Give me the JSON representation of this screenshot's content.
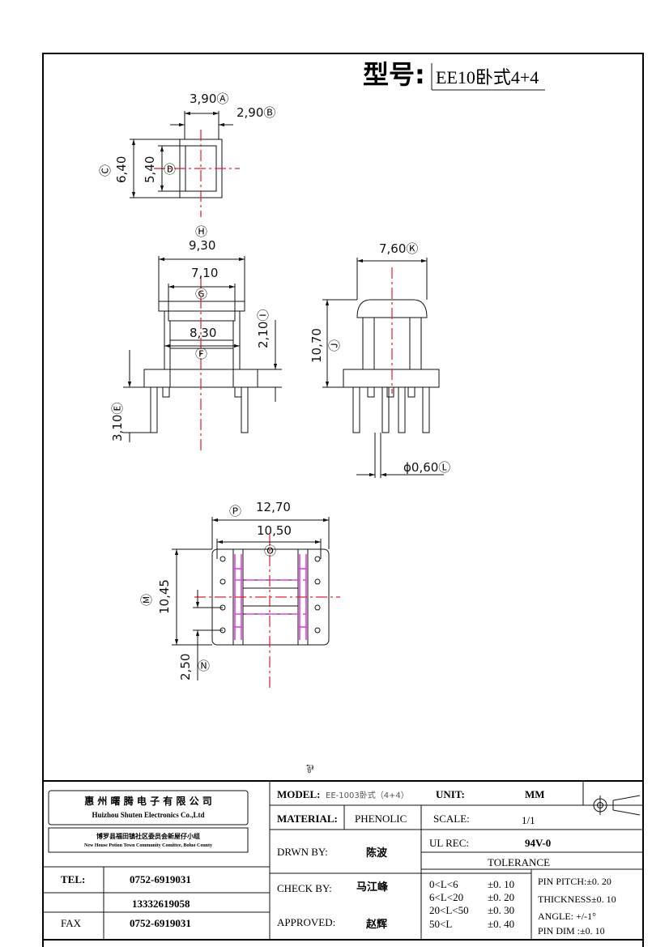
{
  "header": {
    "model_label": "型号:",
    "model_value": "EE10卧式4+4"
  },
  "top_view": {
    "dim_width_outer": "3,90Ⓐ",
    "dim_width_inner": "2,90Ⓑ",
    "dim_height_outer": "6,40",
    "dim_height_outer_ref": "Ⓒ",
    "dim_height_inner": "5,40",
    "dim_height_inner_ref": "Ⓓ"
  },
  "front_view": {
    "dim_h_ref": "Ⓗ",
    "dim_h": "9,30",
    "dim_g": "7,10",
    "dim_g_ref": "Ⓖ",
    "dim_f": "8,30",
    "dim_f_ref": "Ⓕ",
    "dim_i": "2,10Ⓘ",
    "dim_e": "3,10Ⓔ"
  },
  "side_view": {
    "dim_k": "7,60Ⓚ",
    "dim_j": "10,70",
    "dim_j_ref": "Ⓙ",
    "dim_l": "ϕ0,60Ⓛ"
  },
  "bottom_view": {
    "dim_p_ref": "Ⓟ",
    "dim_p": "12,70",
    "dim_o": "10,50",
    "dim_o_ref": "Ⓞ",
    "dim_m_ref": "Ⓜ",
    "dim_m": "10,45",
    "dim_n": "2,50",
    "dim_n_ref": "Ⓝ"
  },
  "small_mark": "⅌",
  "title_block": {
    "company_cn": "惠 州 曙 腾 电 子 有 限 公 司",
    "company_en": "Huizhou Shuten Electronics Co.,Ltd",
    "address_cn": "博罗县福田镇社区委员会新屋仔小组",
    "address_en": "New House Potion Town Community Comittee, Boluo County",
    "tel_label": "TEL:",
    "tel_value": "0752-6919031",
    "mobile_value": "13332619058",
    "fax_label": "FAX",
    "fax_value": "0752-6919031",
    "model_label": "MODEL:",
    "model_value": "EE-1003卧式（4+4）",
    "unit_label": "UNIT:",
    "unit_value": "MM",
    "material_label": "MATERIAL:",
    "material_value": "PHENOLIC",
    "scale_label": "SCALE:",
    "scale_value": "1/1",
    "drawn_label": "DRWN BY:",
    "drawn_value": "陈波",
    "ul_label": "UL REC:",
    "ul_value": "94V-0",
    "tolerance_label": "TOLERANCE",
    "check_label": "CHECK BY:",
    "check_value": "马江峰",
    "approved_label": "APPROVED:",
    "approved_value": "赵辉",
    "tol_ranges": [
      "0<L<6",
      "6<L<20",
      "20<L<50",
      "50<L"
    ],
    "tol_values": [
      "±0. 10",
      "±0. 20",
      "±0. 30",
      "±0. 40"
    ],
    "pin_pitch": "PIN PITCH:±0. 20",
    "thickness": "THICKNESS±0. 10",
    "angle": "ANGLE: +/-1°",
    "pin_dim": "PIN DIM :±0. 10"
  }
}
